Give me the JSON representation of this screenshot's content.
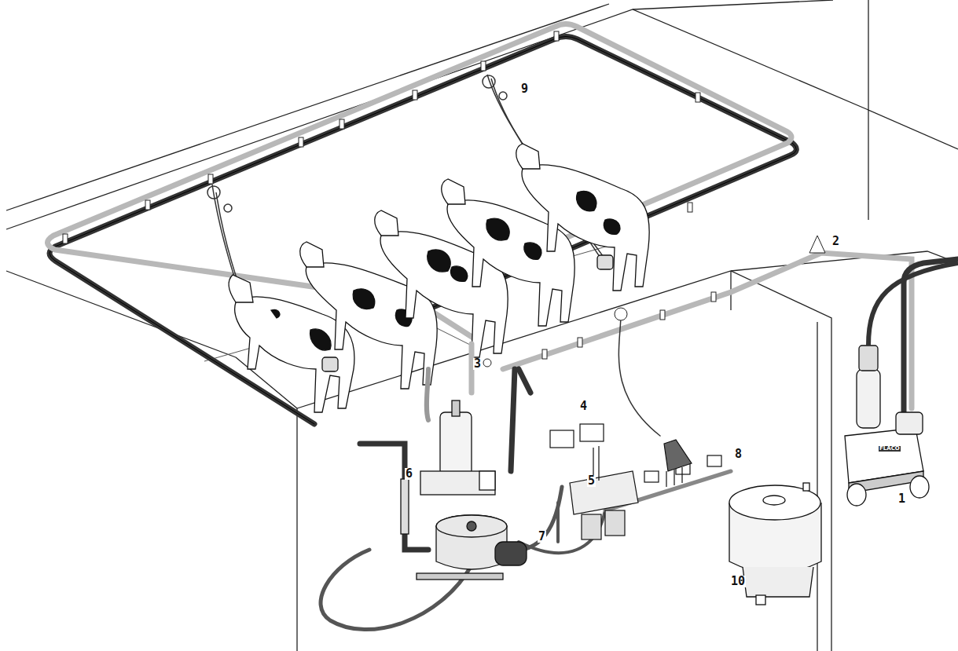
{
  "diagram": {
    "labels": [
      "9",
      "2",
      "3",
      "4",
      "8",
      "6",
      "5",
      "7",
      "1",
      "10",
      "FLACO"
    ]
  }
}
